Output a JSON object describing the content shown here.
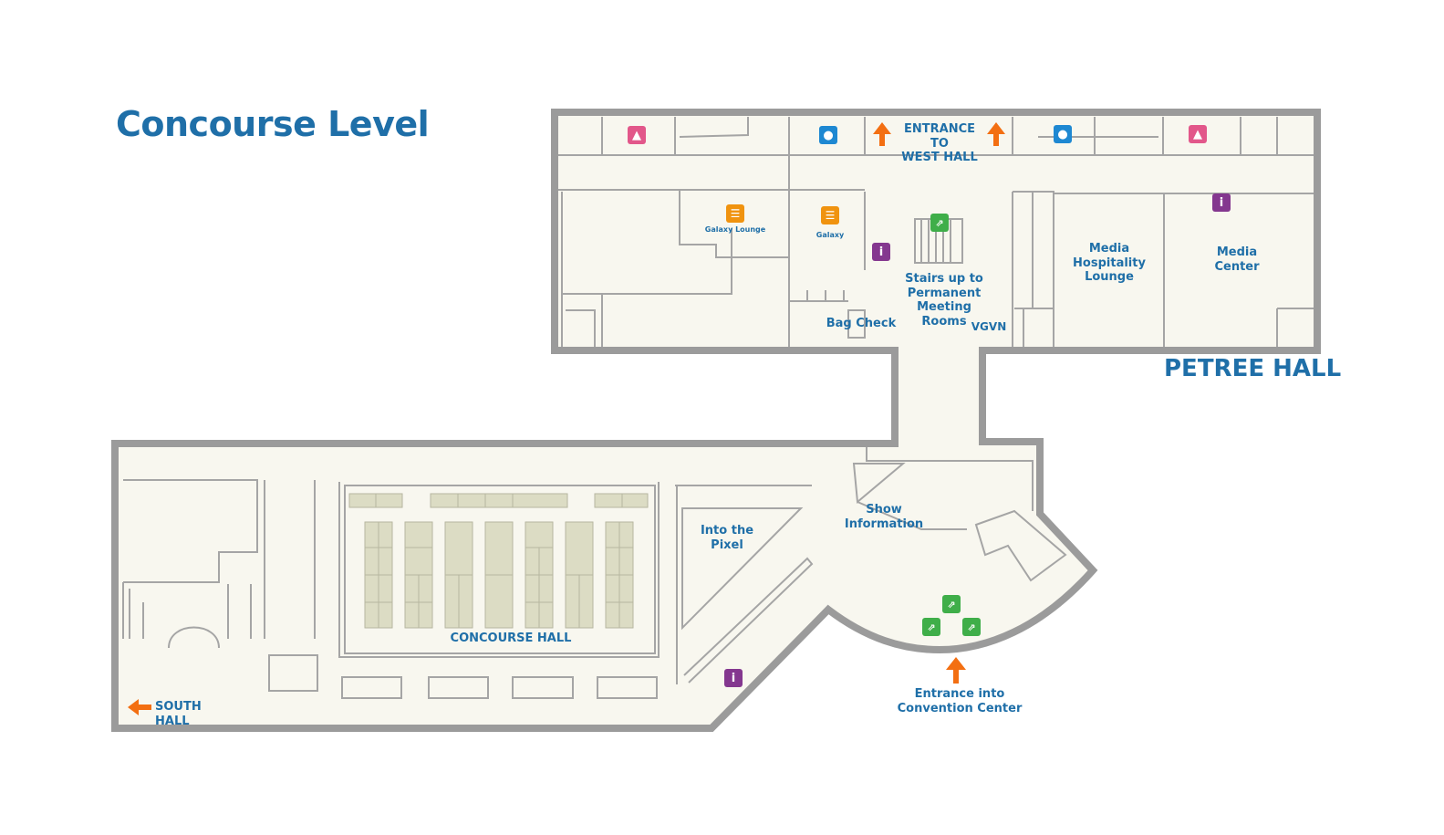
{
  "page": {
    "title": "Concourse Level"
  },
  "halls": {
    "petree": "PETREE HALL"
  },
  "labels": {
    "entrance_west": "ENTRANCE TO\nWEST HALL",
    "galaxy_lounge": "Galaxy Lounge",
    "galaxy": "Galaxy",
    "stairs": "Stairs up to\nPermanent Meeting\nRooms",
    "bag_check": "Bag Check",
    "vgvn": "VGVN",
    "media_hospitality": "Media\nHospitality\nLounge",
    "media_center": "Media\nCenter",
    "show_information": "Show\nInformation",
    "into_the_pixel": "Into the\nPixel",
    "concourse_hall": "CONCOURSE HALL",
    "entrance_convention": "Entrance into\nConvention Center",
    "south_hall": "SOUTH HALL"
  },
  "icons": {
    "womens_restroom": "womens-restroom-icon",
    "mens_restroom": "mens-restroom-icon",
    "food": "food-icon",
    "info": "info-icon",
    "escalator": "escalator-icon",
    "stairs": "stairs-icon",
    "arrow": "orange-arrow-icon"
  },
  "colors": {
    "wall": "#9b9b9b",
    "floor": "#f8f7ef",
    "booth": "#dcdcc4",
    "label": "#1f6fa8",
    "arrow": "#f36f12",
    "restroom_women": "#e2578a",
    "restroom_men": "#1e88d2",
    "food": "#f0930f",
    "info": "#84378f",
    "escalator": "#3fae49"
  }
}
